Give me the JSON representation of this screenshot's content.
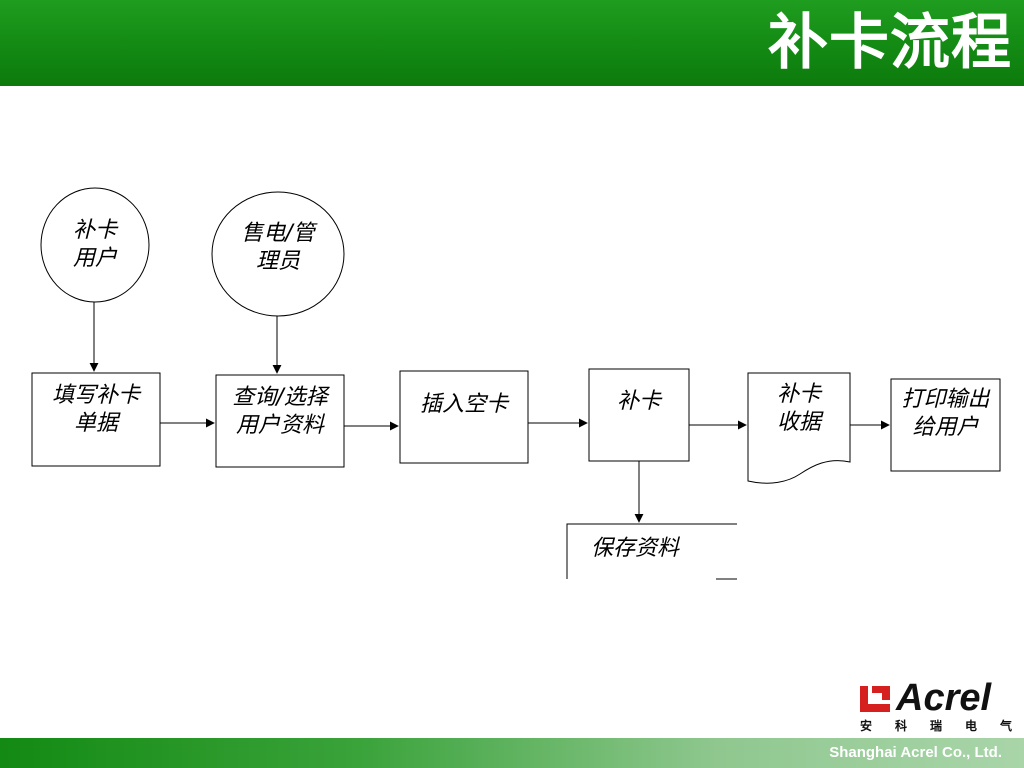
{
  "header": {
    "title": "补卡流程"
  },
  "diagram": {
    "nodes": {
      "user": {
        "label": "补卡\n用户"
      },
      "admin": {
        "label": "售电/管\n理员"
      },
      "fill_form": {
        "label": "填写补卡\n单据"
      },
      "query_user": {
        "label": "查询/选择\n用户资料"
      },
      "insert_card": {
        "label": "插入空卡"
      },
      "reissue": {
        "label": "补卡"
      },
      "receipt": {
        "label": "补卡\n收据"
      },
      "print": {
        "label": "打印输出\n给用户"
      },
      "save_data": {
        "label": "保存资料"
      }
    }
  },
  "logo": {
    "wordmark": "Acrel",
    "chars": [
      "安",
      "科",
      "瑞",
      "电",
      "气"
    ]
  },
  "footer": {
    "company": "Shanghai Acrel Co., Ltd."
  },
  "colors": {
    "header_green": "#138a13",
    "logo_red": "#d62020"
  }
}
